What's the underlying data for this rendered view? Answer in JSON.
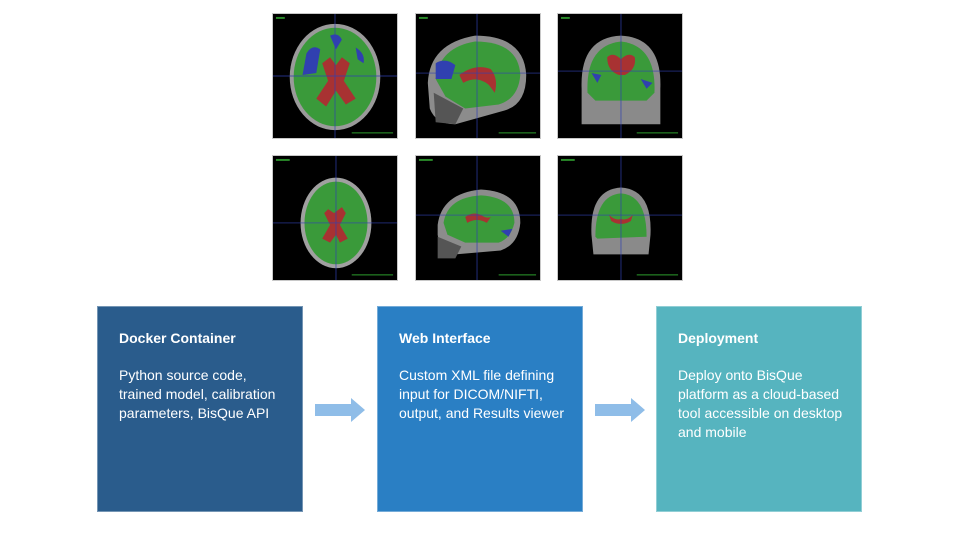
{
  "scans": {
    "row1": [
      {
        "view": "axial",
        "label": "segmented axial slice (ventricles enlarged)"
      },
      {
        "view": "sagittal",
        "label": "segmented sagittal slice"
      },
      {
        "view": "coronal",
        "label": "segmented coronal slice"
      }
    ],
    "row2": [
      {
        "view": "axial",
        "label": "segmented axial slice"
      },
      {
        "view": "sagittal",
        "label": "segmented sagittal slice"
      },
      {
        "view": "coronal",
        "label": "segmented coronal slice"
      }
    ],
    "legend_colors": {
      "ventricles": "#a83232",
      "white_matter": "#3a9a3a",
      "csf": "#3040b0"
    }
  },
  "flow": {
    "steps": [
      {
        "title": "Docker Container",
        "body": "Python source code, trained model, calibration parameters, BisQue API",
        "color": "#2a5c8c"
      },
      {
        "title": "Web Interface",
        "body": "Custom XML file defining input for DICOM/NIFTI, output, and Results viewer",
        "color": "#2a7fc4"
      },
      {
        "title": "Deployment",
        "body": "Deploy onto BisQue platform as a cloud-based tool accessible on desktop and mobile",
        "color": "#56b4bf"
      }
    ],
    "arrow_icon": "right-arrow-icon",
    "arrow_color": "#8fbde8"
  }
}
